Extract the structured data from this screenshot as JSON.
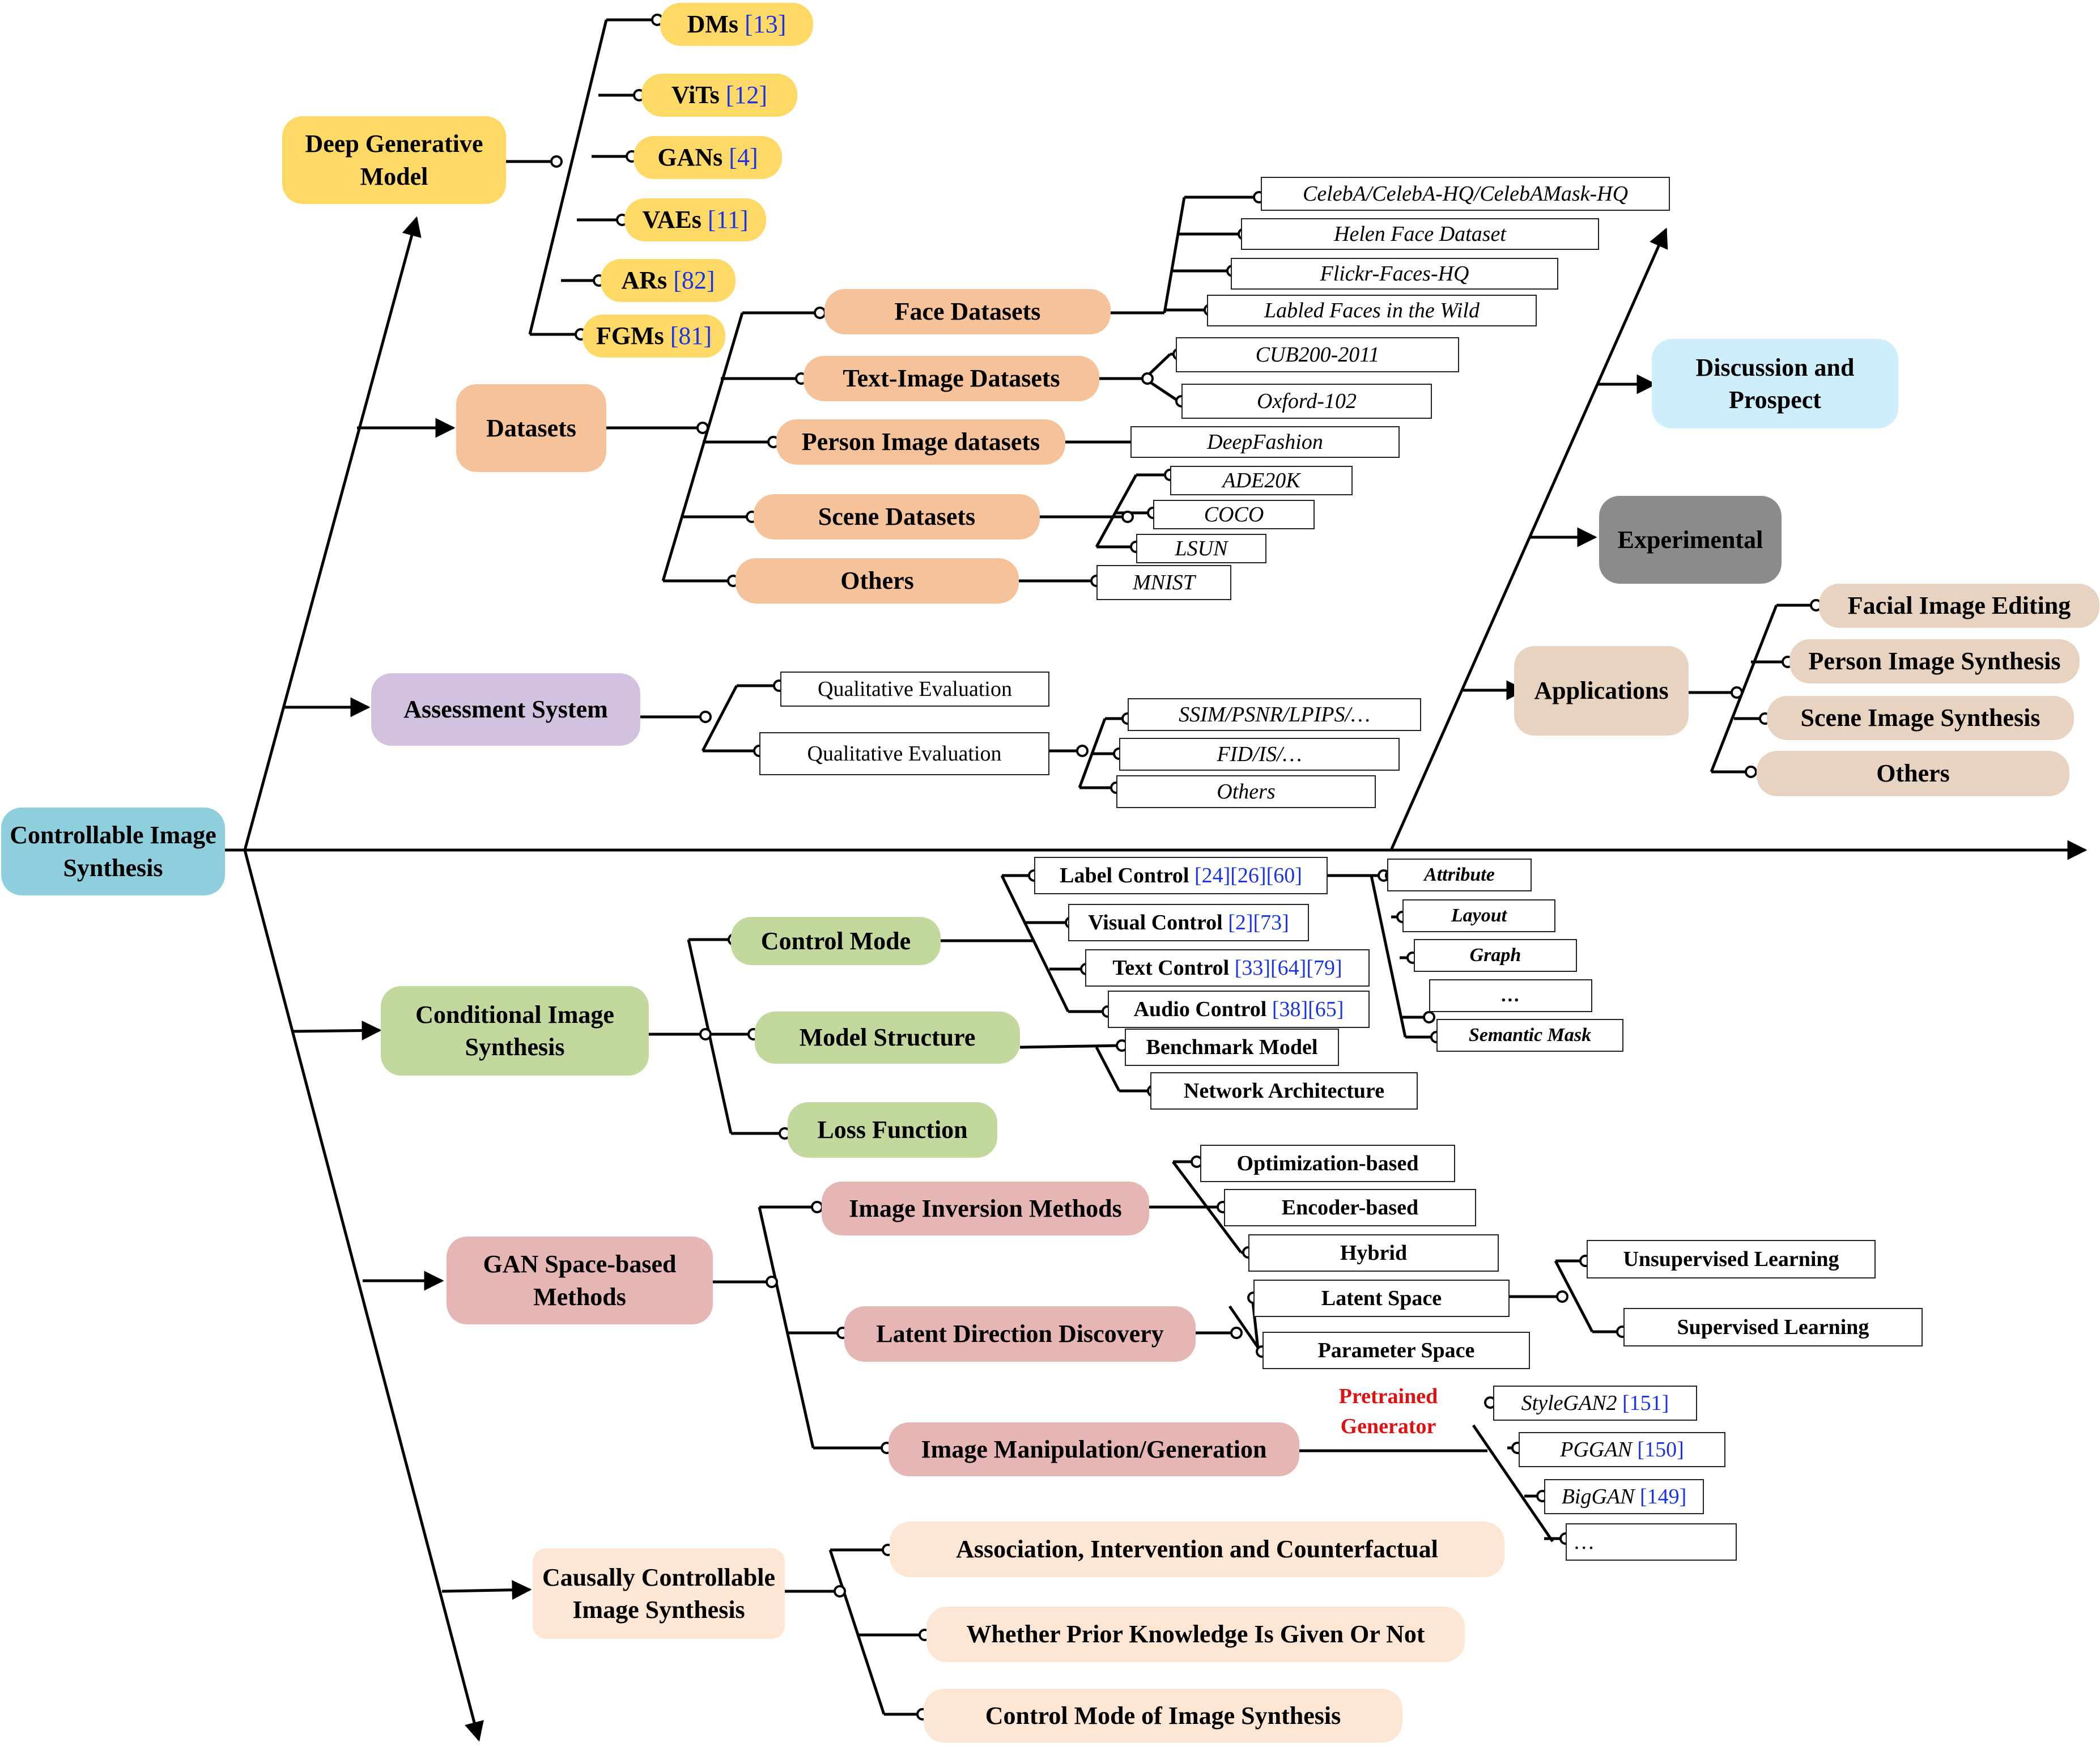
{
  "root": {
    "label": "Controllable Image Synthesis"
  },
  "deep_generative": {
    "label": "Deep Generative Model",
    "items": [
      {
        "name": "DMs",
        "ref": "[13]"
      },
      {
        "name": "ViTs",
        "ref": "[12]"
      },
      {
        "name": "GANs",
        "ref": "[4]"
      },
      {
        "name": "VAEs",
        "ref": "[11]"
      },
      {
        "name": "ARs",
        "ref": "[82]"
      },
      {
        "name": "FGMs",
        "ref": "[81]"
      }
    ]
  },
  "datasets": {
    "label": "Datasets",
    "face": {
      "label": "Face Datasets",
      "items": [
        "CelebA/CelebA-HQ/CelebAMask-HQ",
        "Helen Face Dataset",
        "Flickr-Faces-HQ",
        "Labled Faces in the Wild"
      ]
    },
    "text_image": {
      "label": "Text-Image Datasets",
      "items": [
        "CUB200-2011",
        "Oxford-102"
      ]
    },
    "person": {
      "label": "Person Image datasets",
      "items": [
        "DeepFashion"
      ]
    },
    "scene": {
      "label": "Scene Datasets",
      "items": [
        "ADE20K",
        "COCO",
        "LSUN"
      ]
    },
    "others": {
      "label": "Others",
      "items": [
        "MNIST"
      ]
    }
  },
  "assessment": {
    "label": "Assessment System",
    "qual1": "Qualitative Evaluation",
    "qual2": "Qualitative Evaluation",
    "metrics": [
      "SSIM/PSNR/LPIPS/…",
      "FID/IS/…",
      "Others"
    ]
  },
  "right": {
    "discussion": "Discussion and Prospect",
    "experimental": "Experimental",
    "applications": {
      "label": "Applications",
      "items": [
        "Facial Image Editing",
        "Person Image Synthesis",
        "Scene Image Synthesis",
        "Others"
      ]
    }
  },
  "conditional": {
    "label": "Conditional Image Synthesis",
    "control_mode": "Control Mode",
    "model_structure": "Model Structure",
    "loss_function": "Loss Function",
    "controls": [
      {
        "name": "Label Control",
        "refs": [
          "[24]",
          "[26]",
          "[60]"
        ]
      },
      {
        "name": "Visual Control",
        "refs": [
          "[2]",
          "[73]"
        ]
      },
      {
        "name": "Text Control",
        "refs": [
          "[33]",
          "[64]",
          "[79]"
        ]
      },
      {
        "name": "Audio Control",
        "refs": [
          "[38]",
          "[65]"
        ]
      }
    ],
    "label_types": [
      "Attribute",
      "Layout",
      "Graph",
      "…",
      "Semantic Mask"
    ],
    "structures": [
      "Benchmark Model",
      "Network Architecture"
    ]
  },
  "gan_space": {
    "label": "GAN Space-based Methods",
    "inversion": {
      "label": "Image Inversion Methods",
      "items": [
        "Optimization-based",
        "Encoder-based",
        "Hybrid"
      ]
    },
    "latent": {
      "label": "Latent Direction Discovery",
      "items": [
        "Latent Space",
        "Parameter Space"
      ],
      "sub": [
        "Unsupervised Learning",
        "Supervised Learning"
      ]
    },
    "manipulation": {
      "label": "Image Manipulation/Generation"
    },
    "pretrained_label": "Pretrained Generator",
    "generators": [
      {
        "name": "StyleGAN2",
        "ref": "[151]"
      },
      {
        "name": "PGGAN",
        "ref": "[150]"
      },
      {
        "name": "BigGAN",
        "ref": "[149]"
      },
      {
        "name": "…",
        "ref": ""
      }
    ]
  },
  "causal": {
    "label": "Causally Controllable Image Synthesis",
    "items": [
      "Association, Intervention and Counterfactual",
      "Whether Prior Knowledge Is Given Or Not",
      "Control Mode of Image Synthesis"
    ]
  }
}
